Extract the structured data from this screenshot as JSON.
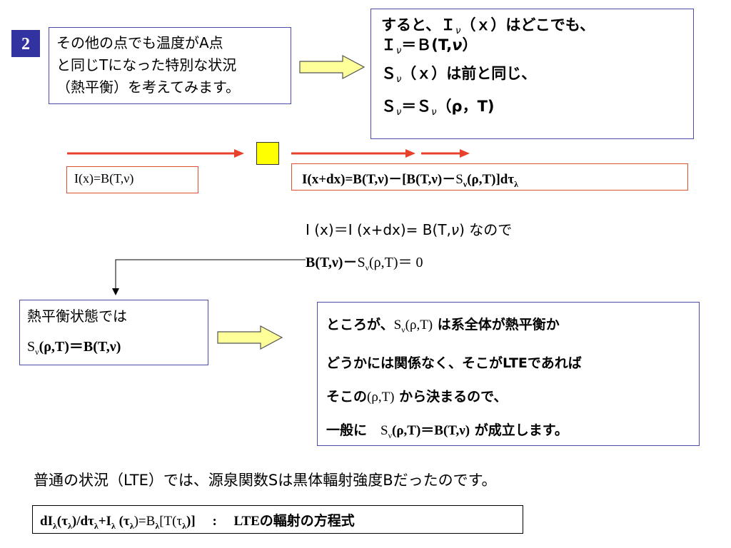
{
  "badge": {
    "number": "2",
    "color": "#3232a0"
  },
  "intro": {
    "lines": [
      "その他の点でも温度がA点",
      "と同じTになった特別な状況",
      "（熱平衡）を考えてみます。"
    ]
  },
  "result": {
    "lines": [
      "すると、Ｉ",
      "（ｘ）はどこでも、",
      "Ｉ",
      "＝Ｂ(T,",
      "ν",
      "）",
      "Ｓ",
      "（ｘ）は前と同じ、",
      "Ｓ",
      "＝Ｓ",
      "（ρ，T)"
    ],
    "nu": "ν"
  },
  "left_eq": {
    "text": "I(x)=B(T,ν)"
  },
  "right_eq": {
    "part1": "I(x+dx)=B(T,ν)－[B(T,ν)－",
    "part2": "S",
    "part3": "ν",
    "part4": "(ρ,T)]dτ",
    "part5": "λ"
  },
  "condition": {
    "line1": "I (x)＝I (x+dx)= B(T,",
    "line1_nu": "ν",
    "line1_end": ") なので",
    "line2_a": "B(T,ν)－",
    "line2_b": "S",
    "line2_c": "ν",
    "line2_d": "(ρ,T)＝ 0"
  },
  "equilibrium": {
    "label": "熱平衡状態では",
    "eq_a": "S",
    "eq_b": "ν",
    "eq_c": "(ρ,T)＝B(T,ν)"
  },
  "however": {
    "l1_a": "ところが、",
    "l1_b": "S",
    "l1_c": "ν",
    "l1_d": "(ρ,T)",
    "l1_e": " は系全体が熱平衡か",
    "l2": "どうかには関係なく、そこがLTEであれば",
    "l3_a": "そこの",
    "l3_b": "(ρ,T)",
    "l3_c": " から決まるので、",
    "l4_a": "一般に　",
    "l4_b": "S",
    "l4_c": "ν",
    "l4_d": "(ρ,T)＝B(T,ν)",
    "l4_e": "  が成立します。"
  },
  "conclusion": {
    "text": "普通の状況（LTE）では、源泉関数Sは黒体輻射強度Bだったのです。"
  },
  "lte_equation": {
    "a": "dI",
    "a_sub": "λ",
    "b": "(τ",
    "b_sub": "λ",
    "c": ")/dτ",
    "c_sub": "λ",
    "d": "+I",
    "d_sub": "λ",
    "e": " (τ",
    "e_sub": "λ",
    "f": ")=B",
    "f_sub": "λ",
    "g": "[T(τ",
    "g_sub": "λ",
    "h": ")]　 :　 LTEの輻射の方程式"
  },
  "colors": {
    "arrow_red": "#e8402a",
    "arrow_yellow": "#ffff99",
    "cube": "#ffff00"
  }
}
